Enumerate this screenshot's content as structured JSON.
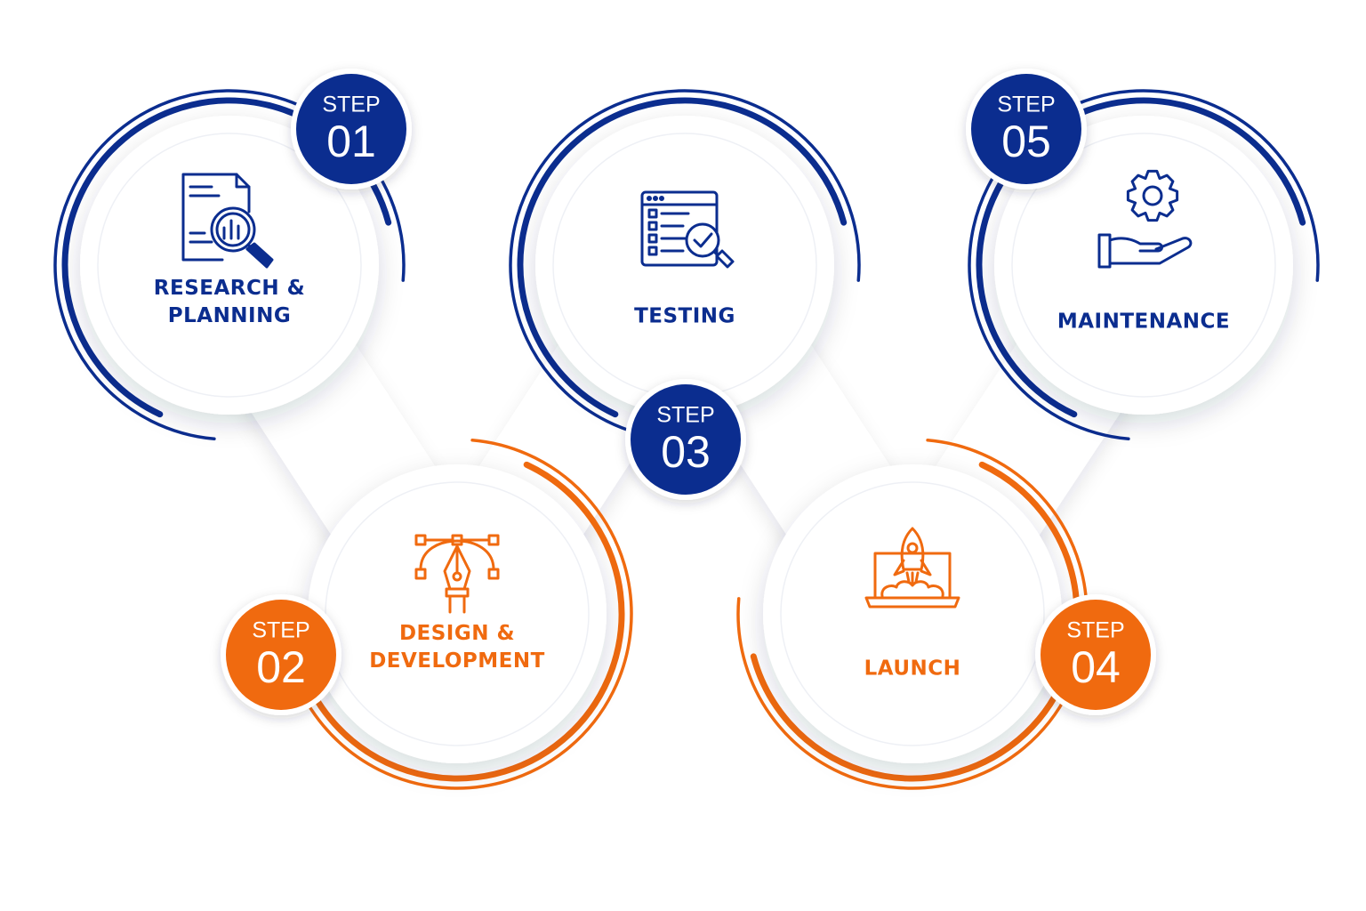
{
  "colors": {
    "blue": "#0b2d8f",
    "orange": "#f06a0f",
    "background": "#ffffff",
    "disc": "#ffffff"
  },
  "steps": [
    {
      "step_word": "STEP",
      "number": "01",
      "title_lines": [
        "RESEARCH &",
        "PLANNING"
      ],
      "color": "blue",
      "icon": "document-analysis-magnifier-icon"
    },
    {
      "step_word": "STEP",
      "number": "02",
      "title_lines": [
        "DESIGN &",
        "DEVELOPMENT"
      ],
      "color": "orange",
      "icon": "pen-tool-bezier-icon"
    },
    {
      "step_word": "STEP",
      "number": "03",
      "title_lines": [
        "TESTING"
      ],
      "color": "blue",
      "icon": "checklist-window-magnifier-icon"
    },
    {
      "step_word": "STEP",
      "number": "04",
      "title_lines": [
        "LAUNCH"
      ],
      "color": "orange",
      "icon": "rocket-laptop-icon"
    },
    {
      "step_word": "STEP",
      "number": "05",
      "title_lines": [
        "MAINTENANCE"
      ],
      "color": "blue",
      "icon": "gear-hand-icon"
    }
  ]
}
